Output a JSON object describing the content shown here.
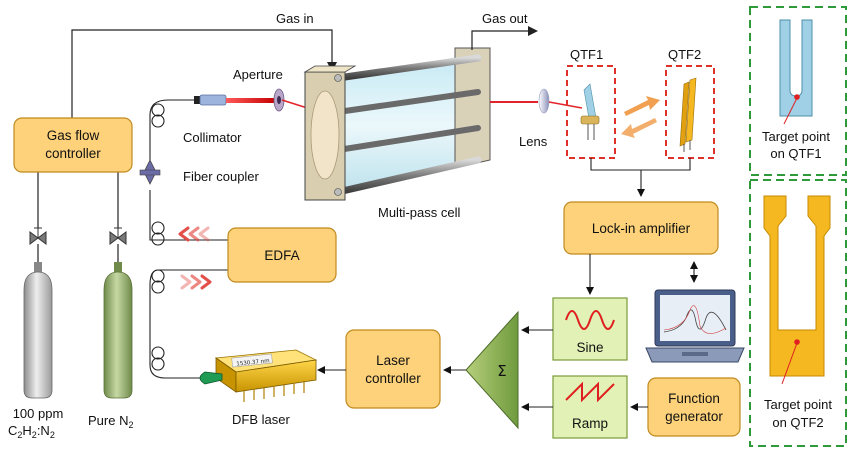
{
  "labels": {
    "gas_in": "Gas in",
    "gas_out": "Gas out",
    "aperture": "Aperture",
    "collimator": "Collimator",
    "fiber_coupler": "Fiber coupler",
    "multipass_cell": "Multi-pass cell",
    "lens": "Lens",
    "qtf1": "QTF1",
    "qtf2": "QTF2",
    "dfb_laser": "DFB laser",
    "gas_100ppm_line1": "100 ppm",
    "gas_100ppm_line2": "C2H2:N2",
    "pure_n2": "Pure N2",
    "dfb_chip_text": "1530.37 nm"
  },
  "boxes": {
    "gas_flow_line1": "Gas flow",
    "gas_flow_line2": "controller",
    "edfa": "EDFA",
    "laser_ctrl_line1": "Laser",
    "laser_ctrl_line2": "controller",
    "lockin": "Lock-in amplifier",
    "sine": "Sine",
    "ramp": "Ramp",
    "func_line1": "Function",
    "func_line2": "generator",
    "sigma": "Σ"
  },
  "insets": {
    "qtf1_target_line1": "Target point",
    "qtf1_target_line2": "on QTF1",
    "qtf2_target_line1": "Target point",
    "qtf2_target_line2": "on QTF2"
  },
  "colors": {
    "box_fill": "#fdd27a",
    "box_stroke": "#c08a1e",
    "green_fill": "#e2f2b6",
    "green_stroke": "#7a9a3a",
    "beam_red": "#e3232b",
    "dash_red": "#e0302a",
    "dash_green": "#2f9a3a",
    "qtf_blue": "#9fd0e6",
    "qtf_gold": "#f5b820"
  }
}
